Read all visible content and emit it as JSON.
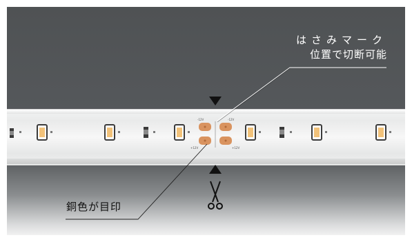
{
  "annotation_top": {
    "line1": "はさみマーク",
    "line2": "位置で切断可能"
  },
  "annotation_bottom": {
    "text": "銅色が目印"
  },
  "icons": {
    "cut_marker_top": "triangle-down-icon",
    "cut_marker_bottom": "triangle-up-icon",
    "scissors": "scissors-icon"
  },
  "pad_labels": {
    "minus_left": "-12V",
    "minus_right": "-12V",
    "plus_left": "+12V",
    "plus_right": "+12V"
  },
  "colors": {
    "background_dark": "#52555",
    "copper_pad": "#d9935f",
    "led_yellow": "#f2c27a",
    "marker_black": "#111111"
  }
}
